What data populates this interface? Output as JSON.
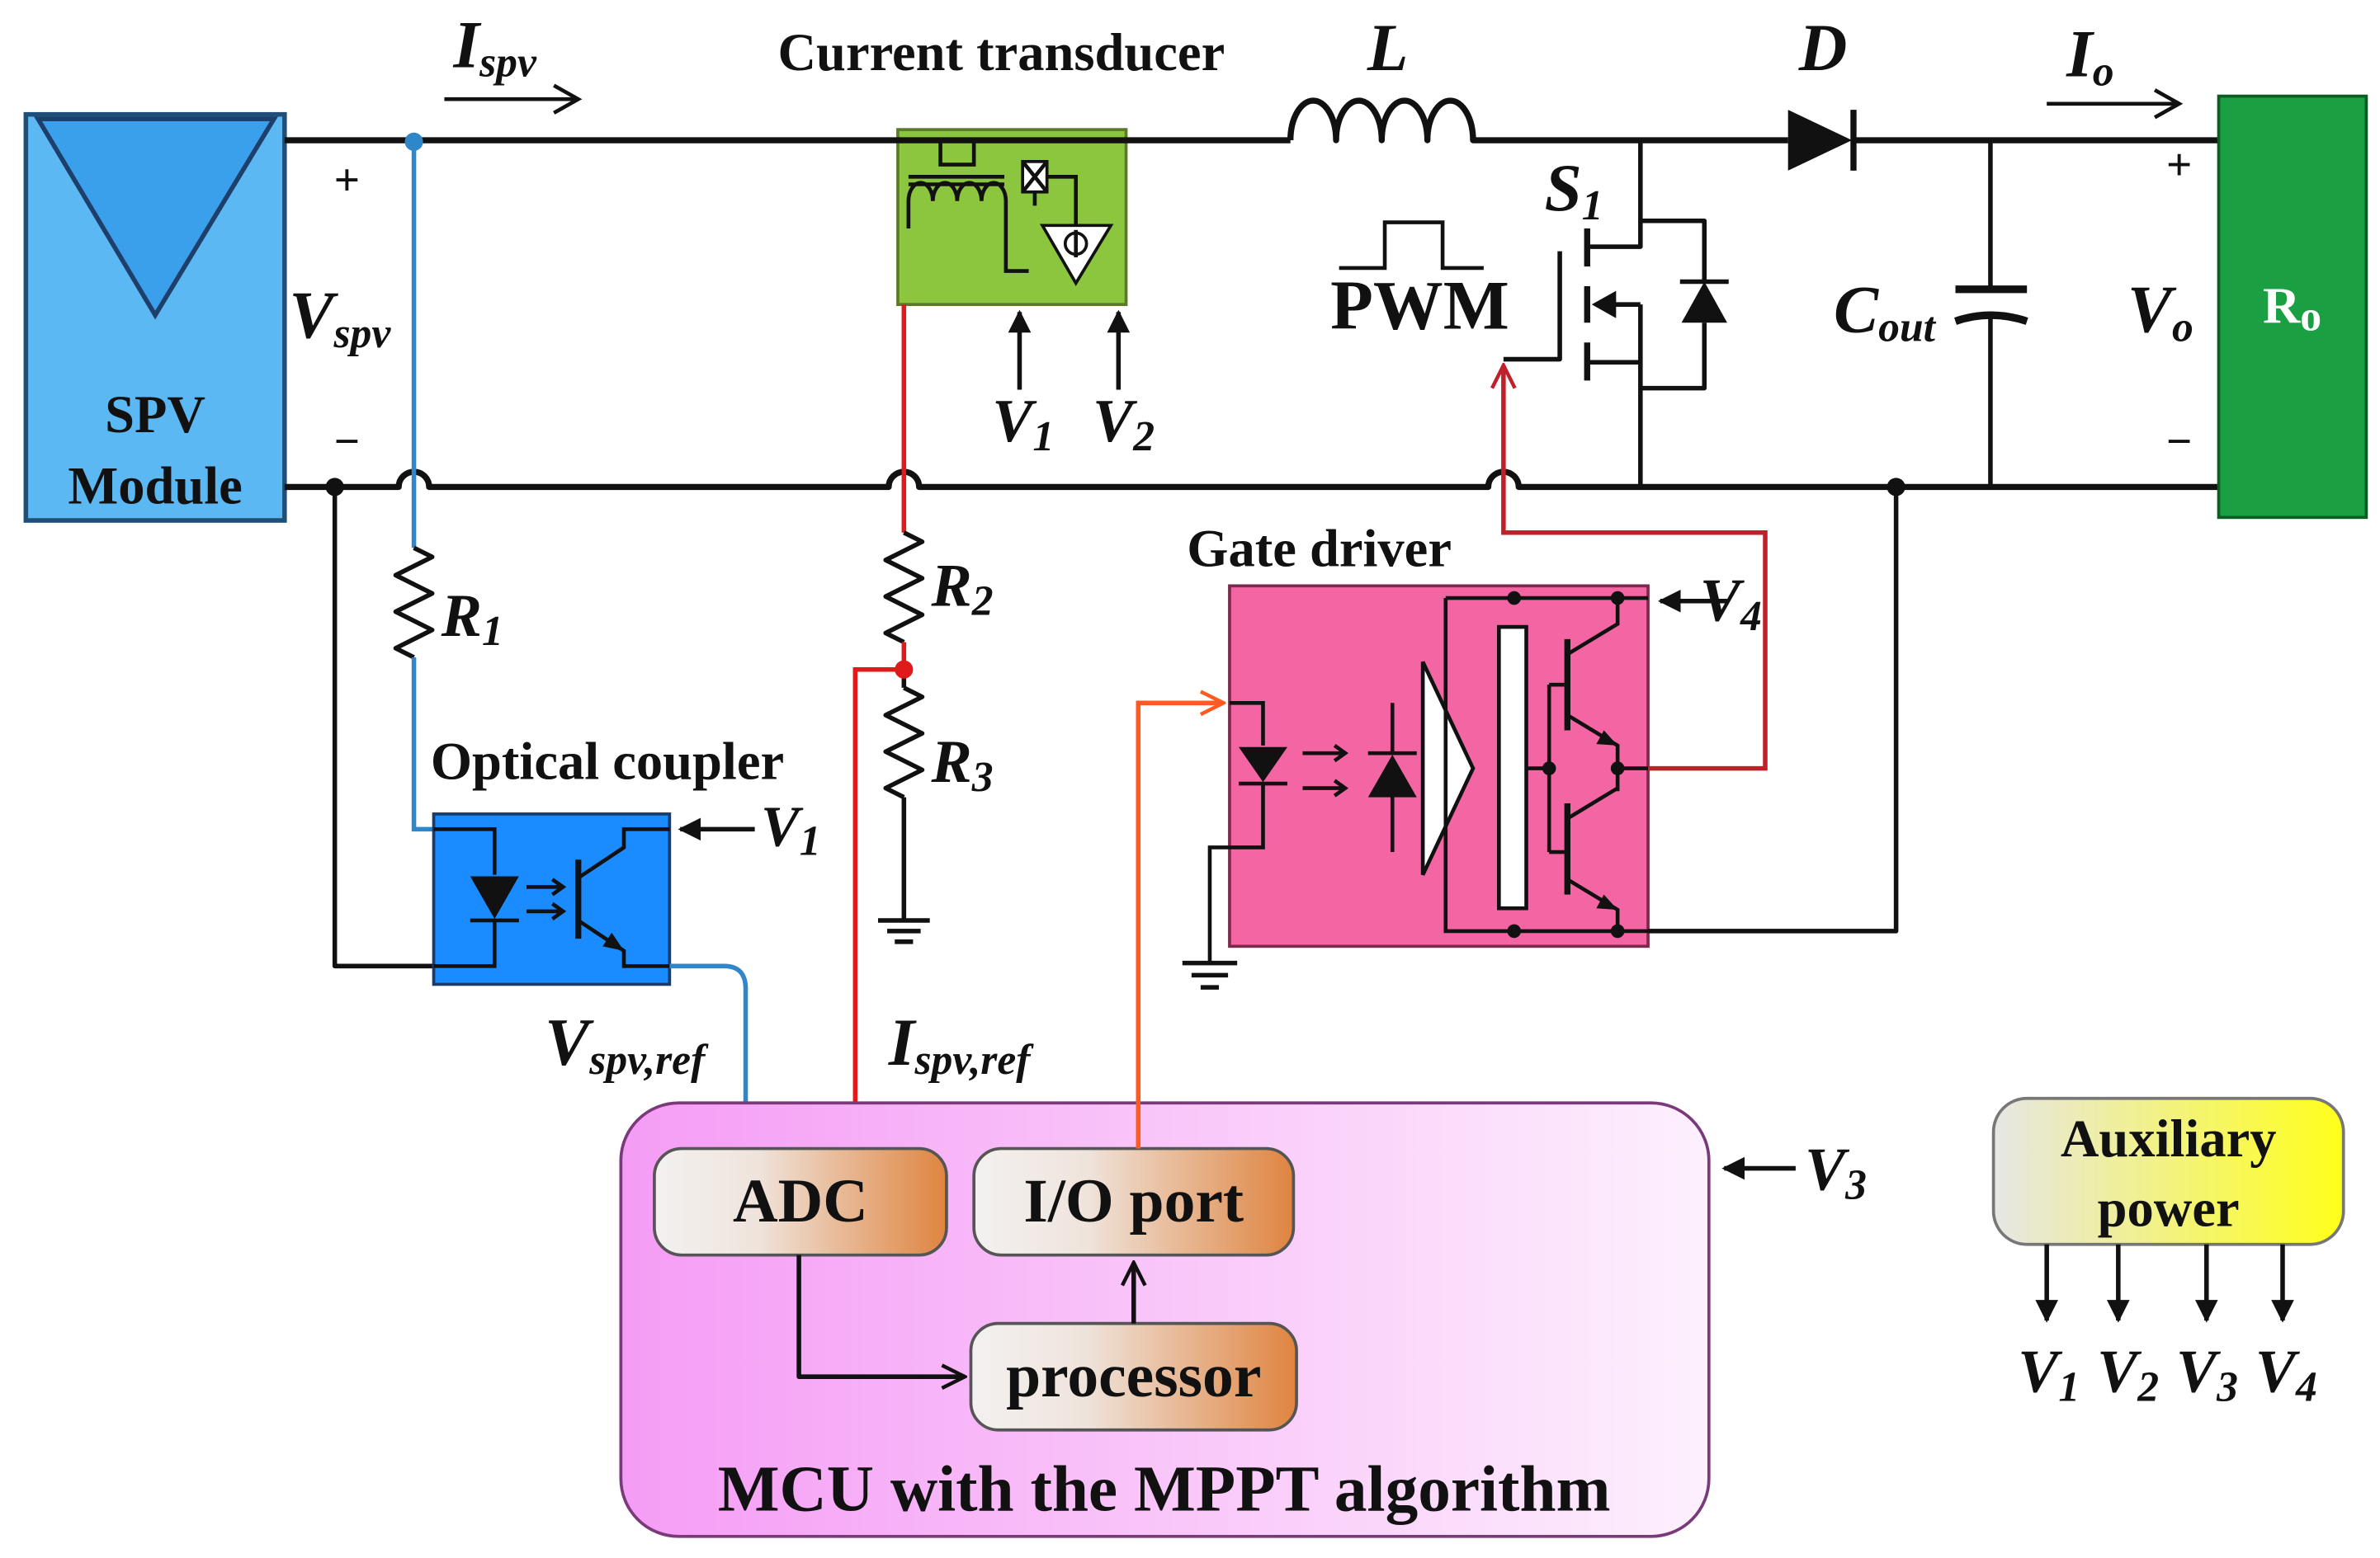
{
  "source": {
    "name_line1": "SPV",
    "name_line2": "Module",
    "current": {
      "main": "I",
      "sub": "spv"
    },
    "voltage": {
      "main": "V",
      "sub": "spv"
    },
    "plus": "+",
    "minus": "−"
  },
  "load": {
    "name": {
      "main": "R",
      "sub": "o"
    },
    "current": {
      "main": "I",
      "sub": "o"
    },
    "voltage": {
      "main": "V",
      "sub": "o"
    },
    "plus": "+",
    "minus": "−"
  },
  "converter": {
    "inductor": "L",
    "diode": "D",
    "switch": {
      "main": "S",
      "sub": "1"
    },
    "pwm": "PWM",
    "capacitor": {
      "main": "C",
      "sub": "out"
    }
  },
  "current_transducer": {
    "label": "Current transducer",
    "supplies": [
      {
        "main": "V",
        "sub": "1"
      },
      {
        "main": "V",
        "sub": "2"
      }
    ]
  },
  "sensing": {
    "r1": {
      "main": "R",
      "sub": "1"
    },
    "r2": {
      "main": "R",
      "sub": "2"
    },
    "r3": {
      "main": "R",
      "sub": "3"
    },
    "voltage_ref": {
      "main": "V",
      "sub": "spv,ref"
    },
    "current_ref": {
      "main": "I",
      "sub": "spv,ref"
    }
  },
  "optical_coupler": {
    "label": "Optical coupler",
    "supply": {
      "main": "V",
      "sub": "1"
    }
  },
  "gate_driver": {
    "label": "Gate driver",
    "supply": {
      "main": "V",
      "sub": "4"
    }
  },
  "mcu": {
    "label": "MCU with the MPPT algorithm",
    "supply": {
      "main": "V",
      "sub": "3"
    },
    "adc": "ADC",
    "io_port": "I/O port",
    "processor": "processor"
  },
  "auxiliary_power": {
    "label_line1": "Auxiliary",
    "label_line2": "power",
    "outputs": [
      {
        "main": "V",
        "sub": "1"
      },
      {
        "main": "V",
        "sub": "2"
      },
      {
        "main": "V",
        "sub": "3"
      },
      {
        "main": "V",
        "sub": "4"
      }
    ]
  },
  "colors": {
    "spv_module": "#5cb8f2",
    "spv_panel": "#3aa0eb",
    "load_box": "#1aa043",
    "transducer_box": "#8cc63e",
    "optical_coupler_box": "#1a8cff",
    "gate_driver_box": "#f466a3",
    "voltage_sense_wire": "#2f86c8",
    "current_sense_wire": "#e01a1a",
    "pwm_wire": "#c0202a",
    "io_wire": "#ff5a1f"
  }
}
